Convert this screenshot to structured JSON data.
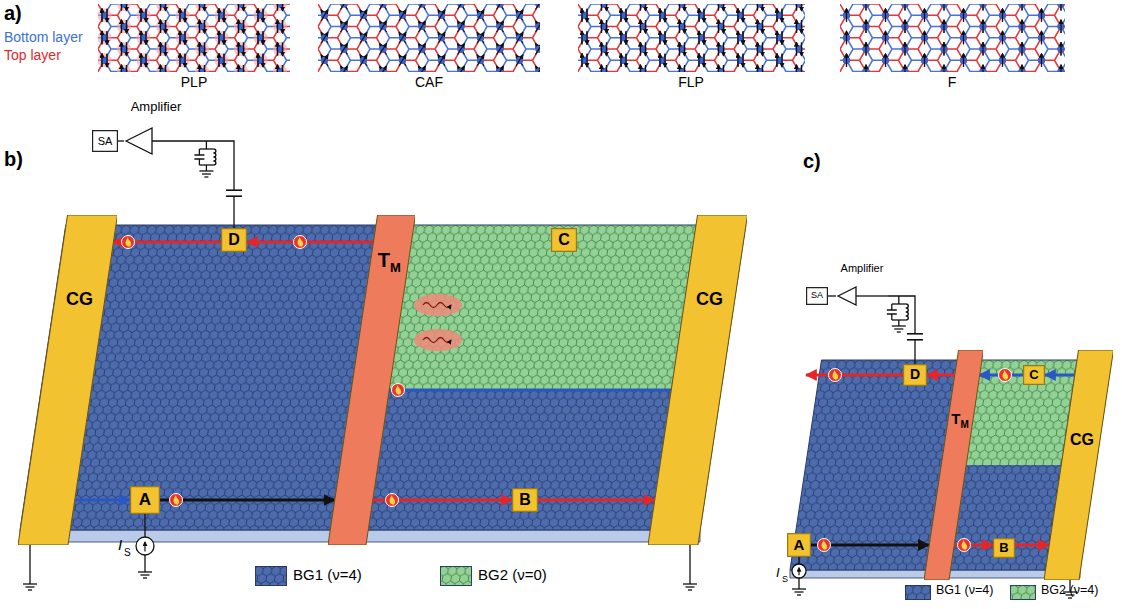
{
  "diagram": {
    "nodes": [
      {
        "text": [
          "SA"
        ]
      },
      {
        "text": [
          "Amplifier"
        ]
      },
      {
        "text": [
          "D"
        ]
      },
      {
        "text": [
          "C"
        ]
      },
      {
        "text": [
          "CG"
        ]
      },
      {
        "text": [
          "T",
          "M"
        ]
      },
      {
        "text": [
          "CG"
        ]
      },
      {
        "text": [
          "A"
        ]
      },
      {
        "text": [
          "B"
        ]
      },
      {
        "text": [
          "SA"
        ]
      },
      {
        "text": [
          "Amplifier"
        ]
      },
      {
        "text": [
          "D"
        ]
      },
      {
        "text": [
          "C"
        ]
      },
      {
        "text": [
          "T",
          "M"
        ]
      },
      {
        "text": [
          "CG"
        ]
      },
      {
        "text": [
          "A"
        ]
      },
      {
        "text": [
          "B"
        ]
      }
    ],
    "edges": [
      {
        "from": 0,
        "to": 1,
        "arrow": "none"
      },
      {
        "from": 1,
        "to": 2,
        "arrow": "none"
      },
      {
        "from": 5,
        "to": 2,
        "arrow": "to"
      },
      {
        "from": 2,
        "to": 4,
        "arrow": "to"
      },
      {
        "from": 4,
        "to": 7,
        "arrow": "to"
      },
      {
        "from": 7,
        "to": 5,
        "arrow": "to"
      },
      {
        "from": 5,
        "to": 8,
        "arrow": "to"
      },
      {
        "from": 8,
        "to": 6,
        "arrow": "to"
      },
      {
        "from": 6,
        "to": 5,
        "arrow": "to"
      },
      {
        "from": 9,
        "to": 10,
        "arrow": "none"
      },
      {
        "from": 10,
        "to": 11,
        "arrow": "none"
      },
      {
        "from": 13,
        "to": 11,
        "arrow": "to"
      },
      {
        "from": 12,
        "to": 13,
        "arrow": "to"
      },
      {
        "from": 14,
        "to": 12,
        "arrow": "to"
      },
      {
        "from": 15,
        "to": 13,
        "arrow": "to"
      },
      {
        "from": 13,
        "to": 16,
        "arrow": "to"
      },
      {
        "from": 16,
        "to": 14,
        "arrow": "to"
      }
    ],
    "labels": [
      "a)",
      "Bottom layer",
      "Top layer",
      "PLP",
      "CAF",
      "FLP",
      "F",
      "b)",
      "I",
      "S",
      "c)",
      "I",
      "S"
    ],
    "legend": [
      {
        "text": "BG1 (ν=4)",
        "color": "#4d6cad"
      },
      {
        "text": "BG2 (ν=0)",
        "color": "#92d294"
      },
      {
        "text": "BG1 (ν=4)",
        "color": "#4d6cad"
      },
      {
        "text": "BG2 (ν=4)",
        "color": "#92d294"
      }
    ]
  }
}
